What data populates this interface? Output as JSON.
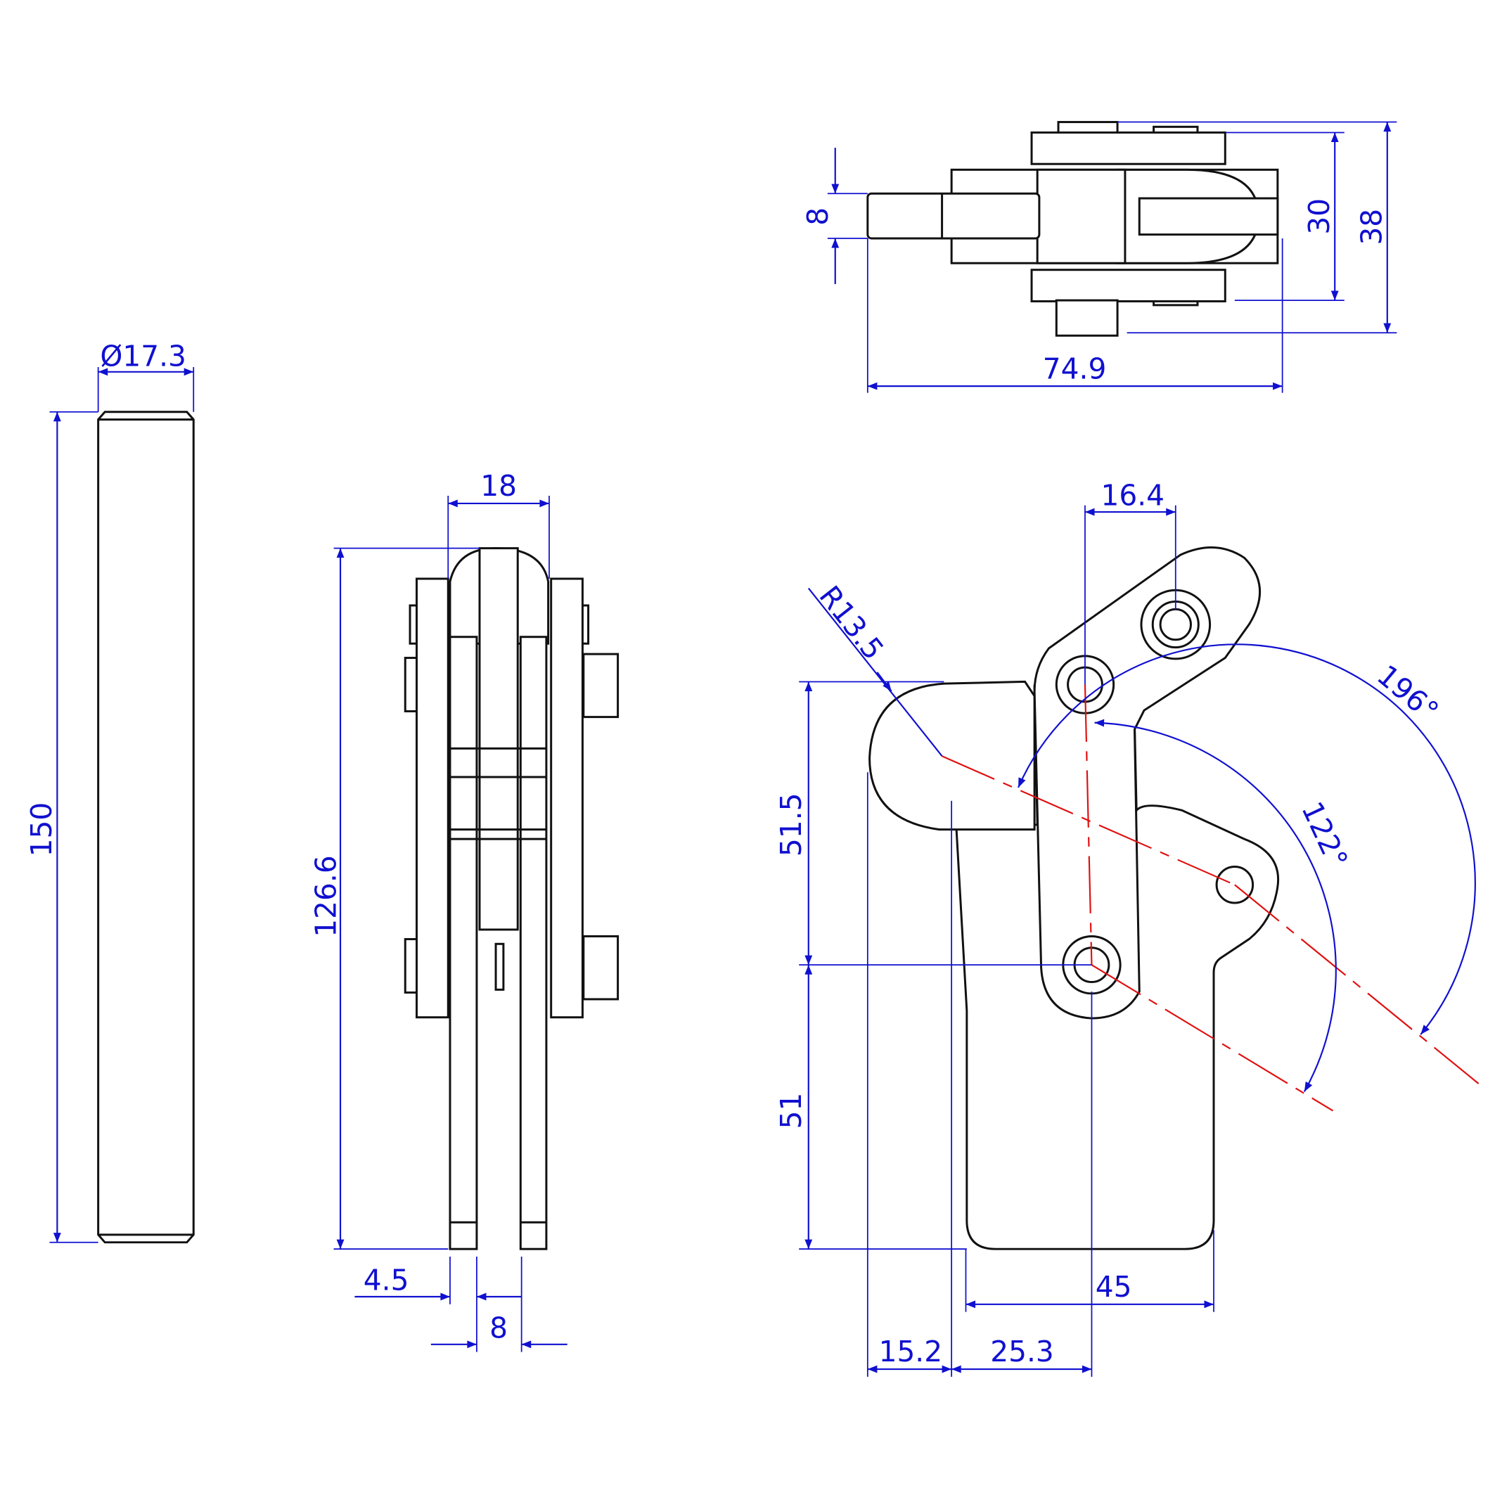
{
  "drawing": {
    "pin_view": {
      "diameter": "Ø17.3",
      "length": "150"
    },
    "front_view": {
      "width": "18",
      "height": "126.6",
      "offset": "4.5",
      "gap": "8"
    },
    "top_view": {
      "handle_width": "8",
      "inner_width": "30",
      "overall_width": "38",
      "overall_length": "74.9"
    },
    "side_view": {
      "pivot_offset": "16.4",
      "radius": "R13.5",
      "opening_angle": "196°",
      "handle_angle": "122°",
      "upper_height": "51.5",
      "lower_height": "51",
      "base_width": "45",
      "left_offset": "15.2",
      "pivot_distance": "25.3"
    },
    "colors": {
      "dimension": "#1010d0",
      "centerline": "#e01010",
      "outline": "#111111"
    }
  }
}
